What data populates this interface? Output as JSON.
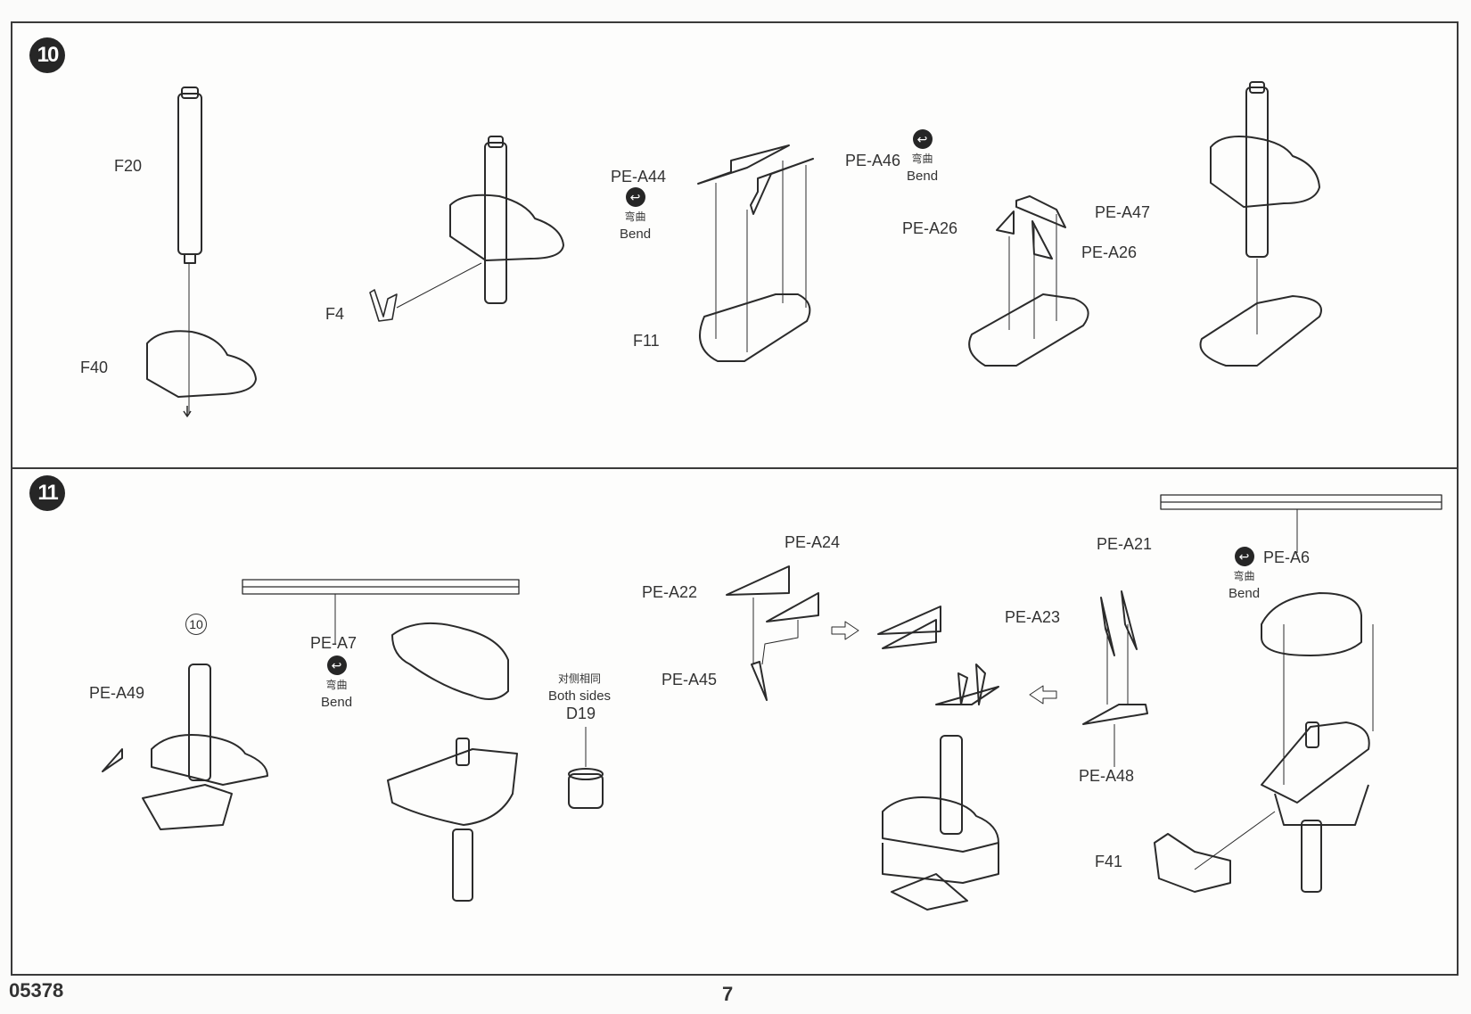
{
  "document": {
    "product_code": "05378",
    "page_number": "7"
  },
  "steps": [
    {
      "number": "10",
      "labels": {
        "f20": "F20",
        "f40": "F40",
        "f4": "F4",
        "pe_a44": "PE-A44",
        "pe_a46": "PE-A46",
        "f11": "F11",
        "pe_a26_left": "PE-A26",
        "pe_a47": "PE-A47",
        "pe_a26_right": "PE-A26"
      },
      "bend_notes": [
        {
          "icon": "bend-icon",
          "cn": "弯曲",
          "en": "Bend"
        },
        {
          "icon": "bend-icon",
          "cn": "弯曲",
          "en": "Bend"
        }
      ]
    },
    {
      "number": "11",
      "ref_step": "10",
      "labels": {
        "pe_a49": "PE-A49",
        "pe_a7": "PE-A7",
        "d19": "D19",
        "both_sides_cn": "对侧相同",
        "both_sides_en": "Both sides",
        "pe_a22": "PE-A22",
        "pe_a24": "PE-A24",
        "pe_a45": "PE-A45",
        "pe_a21": "PE-A21",
        "pe_a23": "PE-A23",
        "pe_a48": "PE-A48",
        "pe_a6": "PE-A6",
        "f41": "F41"
      },
      "bend_notes": [
        {
          "icon": "bend-icon",
          "cn": "弯曲",
          "en": "Bend"
        },
        {
          "icon": "bend-icon",
          "cn": "弯曲",
          "en": "Bend"
        }
      ]
    }
  ]
}
